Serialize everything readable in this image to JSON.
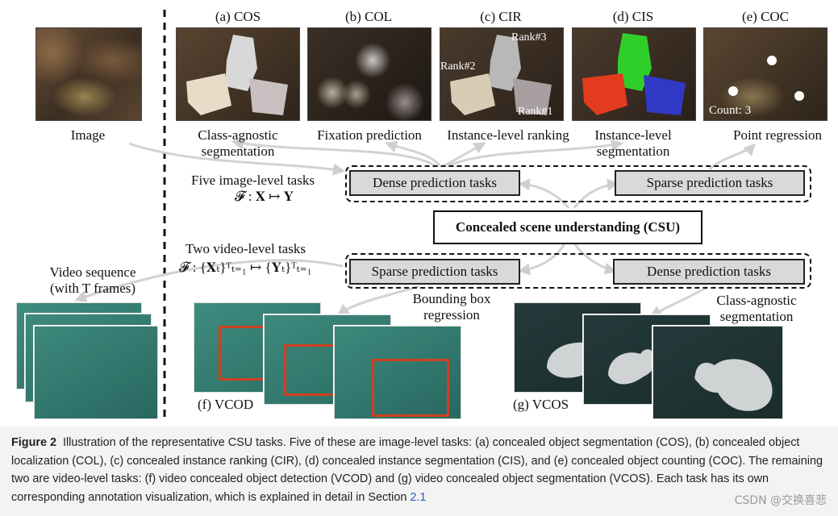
{
  "panels": {
    "image": {
      "label": "Image"
    },
    "a": {
      "title": "(a) COS",
      "label": "Class-agnostic\nsegmentation"
    },
    "b": {
      "title": "(b) COL",
      "label": "Fixation prediction"
    },
    "c": {
      "title": "(c) CIR",
      "label": "Instance-level ranking",
      "rank3": "Rank#3",
      "rank2": "Rank#2",
      "rank1": "Rank#1"
    },
    "d": {
      "title": "(d) CIS",
      "label": "Instance-level\nsegmentation"
    },
    "e": {
      "title": "(e) COC",
      "label": "Point regression",
      "count": "Count: 3"
    }
  },
  "image_tasks": {
    "label": "Five image-level tasks",
    "formula": "𝓕 : 𝐗 ↦ 𝐘",
    "dense": "Dense prediction tasks",
    "sparse": "Sparse prediction tasks"
  },
  "csu": {
    "label": "Concealed scene understanding (CSU)"
  },
  "video_tasks": {
    "label": "Two video-level tasks",
    "formula": "𝓕 : {𝐗ₜ}ᵀₜ₌₁ ↦ {𝐘ₜ}ᵀₜ₌₁",
    "sparse": "Sparse prediction tasks",
    "dense": "Dense prediction tasks",
    "bbox_label": "Bounding box\nregression",
    "seg_label": "Class-agnostic\nsegmentation"
  },
  "video": {
    "label": "Video sequence\n(with T frames)",
    "vcod": "(f) VCOD",
    "vcos": "(g) VCOS"
  },
  "caption": {
    "figure": "Figure 2",
    "text": "Illustration of the representative CSU tasks. Five of these are image-level tasks: (a) concealed object segmentation (COS), (b) concealed object localization (COL), (c) concealed instance ranking (CIR), (d) concealed instance segmentation (CIS), and (e) concealed object counting (COC). The remaining two are video-level tasks: (f) video concealed object detection (VCOD) and (g) video concealed object segmentation (VCOS). Each task has its own corresponding annotation visualization, which is explained in detail in Section",
    "section_ref": "2.1"
  },
  "watermark": "CSDN @交换喜悲",
  "colors": {
    "leaf_bg": "#5a4a35",
    "teal_bg": "#2f7d72",
    "bbox_red": "#d0401f",
    "cis_red": "#e23b1e",
    "cis_green": "#2fcf2a",
    "cis_blue": "#3039c6",
    "caption_link": "#2a5db0"
  }
}
